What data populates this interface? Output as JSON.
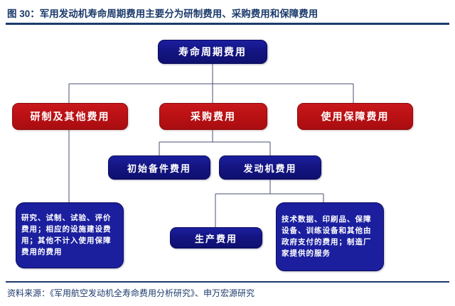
{
  "header": {
    "title": "图 30：军用发动机寿命周期费用主要分为研制费用、采购费用和保障费用"
  },
  "footer": {
    "source": "资料来源：《军用航空发动机全寿命费用分析研究》、申万宏源研究"
  },
  "colors": {
    "header_blue": "#1b3a6b",
    "node_blue": "#1b1f9e",
    "node_red": "#bb1114",
    "connector": "#4a4f70",
    "text_white": "#ffffff"
  },
  "chart_data": {
    "type": "diagram",
    "title": "军用发动机寿命周期费用主要分为研制费用、采购费用和保障费用",
    "nodes": [
      {
        "id": "lcc",
        "label": "寿命周期费用",
        "level": 0,
        "style": "blue"
      },
      {
        "id": "rnd",
        "label": "研制及其他费用",
        "level": 1,
        "style": "red"
      },
      {
        "id": "proc",
        "label": "采购费用",
        "level": 1,
        "style": "red"
      },
      {
        "id": "support",
        "label": "使用保障费用",
        "level": 1,
        "style": "red"
      },
      {
        "id": "spares",
        "label": "初始备件费用",
        "level": 2,
        "style": "blue"
      },
      {
        "id": "engine",
        "label": "发动机费用",
        "level": 2,
        "style": "blue"
      },
      {
        "id": "production",
        "label": "生产费用",
        "level": 3,
        "style": "blue"
      },
      {
        "id": "note_left",
        "label": "研究、试制、试验、评价费用；相应的设施建设费用；其他不计入使用保障费用的费用",
        "level": 3,
        "style": "note"
      },
      {
        "id": "note_right",
        "label": "技术数据、印刷品、保障设备、训练设备和其他由政府支付的费用；制造厂家提供的服务",
        "level": 3,
        "style": "note"
      }
    ],
    "edges": [
      {
        "from": "lcc",
        "to": "rnd"
      },
      {
        "from": "lcc",
        "to": "proc"
      },
      {
        "from": "lcc",
        "to": "support"
      },
      {
        "from": "rnd",
        "to": "note_left"
      },
      {
        "from": "proc",
        "to": "spares"
      },
      {
        "from": "proc",
        "to": "engine"
      },
      {
        "from": "engine",
        "to": "production"
      },
      {
        "from": "engine",
        "to": "note_right"
      }
    ]
  }
}
